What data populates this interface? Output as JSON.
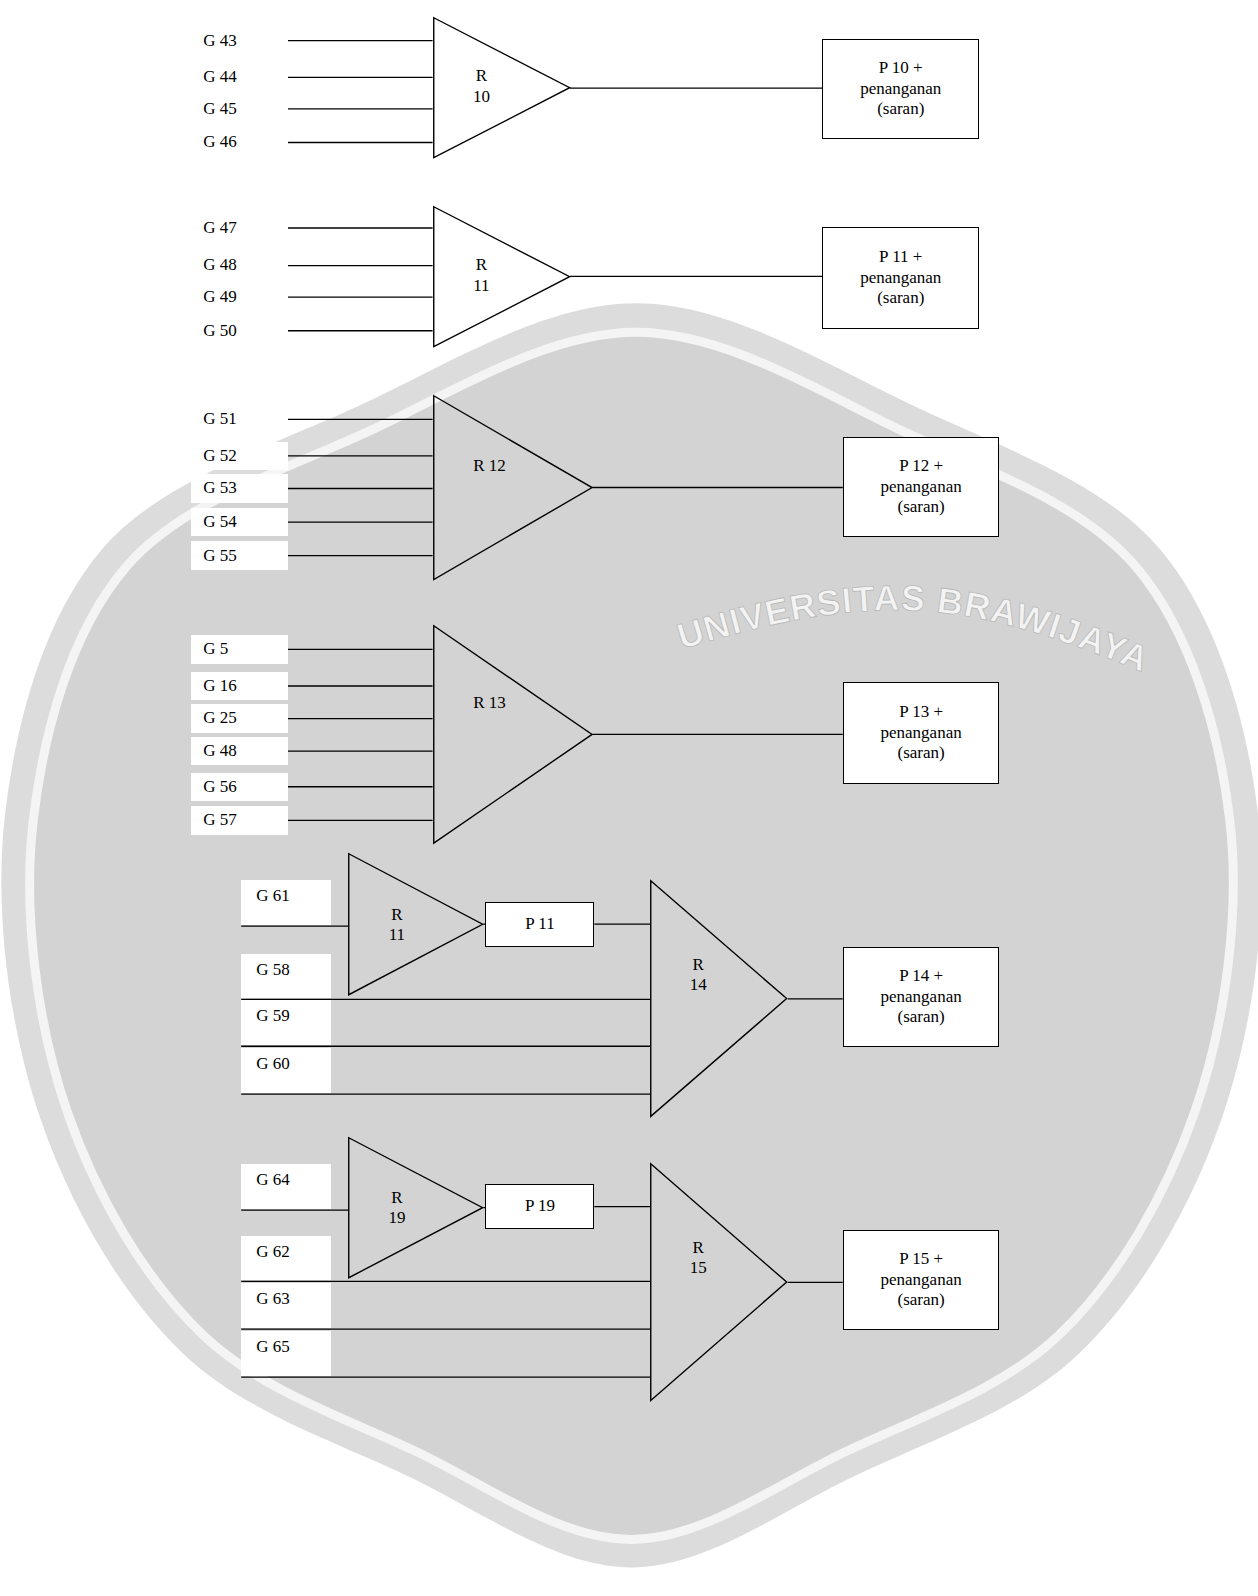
{
  "diagram": {
    "nodes": [
      {
        "text": [
          "G 43"
        ]
      },
      {
        "text": [
          "G 44"
        ]
      },
      {
        "text": [
          "G 45"
        ]
      },
      {
        "text": [
          "G 46"
        ]
      },
      {
        "text": [
          "R 10"
        ]
      },
      {
        "text": [
          "P 10 + penanganan (saran)"
        ]
      },
      {
        "text": [
          "G 47"
        ]
      },
      {
        "text": [
          "G 48"
        ]
      },
      {
        "text": [
          "G 49"
        ]
      },
      {
        "text": [
          "G 50"
        ]
      },
      {
        "text": [
          "R 11"
        ]
      },
      {
        "text": [
          "P 11 + penanganan (saran)"
        ]
      },
      {
        "text": [
          "G 51"
        ]
      },
      {
        "text": [
          "G 52"
        ]
      },
      {
        "text": [
          "G 53"
        ]
      },
      {
        "text": [
          "G 54"
        ]
      },
      {
        "text": [
          "G 55"
        ]
      },
      {
        "text": [
          "R 12"
        ]
      },
      {
        "text": [
          "P 12 + penanganan (saran)"
        ]
      },
      {
        "text": [
          "G 5"
        ]
      },
      {
        "text": [
          "G 16"
        ]
      },
      {
        "text": [
          "G 25"
        ]
      },
      {
        "text": [
          "G 48"
        ]
      },
      {
        "text": [
          "G 56"
        ]
      },
      {
        "text": [
          "G 57"
        ]
      },
      {
        "text": [
          "R 13"
        ]
      },
      {
        "text": [
          "P 13 + penanganan (saran)"
        ]
      },
      {
        "text": [
          "G 61"
        ]
      },
      {
        "text": [
          "R 11"
        ]
      },
      {
        "text": [
          "P 11"
        ]
      },
      {
        "text": [
          "G 58"
        ]
      },
      {
        "text": [
          "G 59"
        ]
      },
      {
        "text": [
          "G 60"
        ]
      },
      {
        "text": [
          "R 14"
        ]
      },
      {
        "text": [
          "P 14 + penanganan (saran)"
        ]
      },
      {
        "text": [
          "G 64"
        ]
      },
      {
        "text": [
          "R 19"
        ]
      },
      {
        "text": [
          "P 19"
        ]
      },
      {
        "text": [
          "G 62"
        ]
      },
      {
        "text": [
          "G 63"
        ]
      },
      {
        "text": [
          "G 65"
        ]
      },
      {
        "text": [
          "R 15"
        ]
      },
      {
        "text": [
          "P 15 + penanganan (saran)"
        ]
      }
    ],
    "edges": [
      {
        "from": 0,
        "to": 4,
        "arrow": "none"
      },
      {
        "from": 1,
        "to": 4,
        "arrow": "none"
      },
      {
        "from": 2,
        "to": 4,
        "arrow": "none"
      },
      {
        "from": 3,
        "to": 4,
        "arrow": "none"
      },
      {
        "from": 4,
        "to": 5,
        "arrow": "none"
      },
      {
        "from": 6,
        "to": 10,
        "arrow": "none"
      },
      {
        "from": 7,
        "to": 10,
        "arrow": "none"
      },
      {
        "from": 8,
        "to": 10,
        "arrow": "none"
      },
      {
        "from": 9,
        "to": 10,
        "arrow": "none"
      },
      {
        "from": 10,
        "to": 11,
        "arrow": "none"
      },
      {
        "from": 12,
        "to": 17,
        "arrow": "none"
      },
      {
        "from": 13,
        "to": 17,
        "arrow": "none"
      },
      {
        "from": 14,
        "to": 17,
        "arrow": "none"
      },
      {
        "from": 15,
        "to": 17,
        "arrow": "none"
      },
      {
        "from": 16,
        "to": 17,
        "arrow": "none"
      },
      {
        "from": 17,
        "to": 18,
        "arrow": "none"
      },
      {
        "from": 19,
        "to": 25,
        "arrow": "none"
      },
      {
        "from": 20,
        "to": 25,
        "arrow": "none"
      },
      {
        "from": 21,
        "to": 25,
        "arrow": "none"
      },
      {
        "from": 22,
        "to": 25,
        "arrow": "none"
      },
      {
        "from": 23,
        "to": 25,
        "arrow": "none"
      },
      {
        "from": 24,
        "to": 25,
        "arrow": "none"
      },
      {
        "from": 25,
        "to": 26,
        "arrow": "none"
      },
      {
        "from": 27,
        "to": 28,
        "arrow": "none"
      },
      {
        "from": 28,
        "to": 29,
        "arrow": "none"
      },
      {
        "from": 29,
        "to": 33,
        "arrow": "none"
      },
      {
        "from": 30,
        "to": 33,
        "arrow": "none"
      },
      {
        "from": 31,
        "to": 33,
        "arrow": "none"
      },
      {
        "from": 32,
        "to": 33,
        "arrow": "none"
      },
      {
        "from": 33,
        "to": 34,
        "arrow": "none"
      },
      {
        "from": 35,
        "to": 36,
        "arrow": "none"
      },
      {
        "from": 36,
        "to": 37,
        "arrow": "none"
      },
      {
        "from": 37,
        "to": 41,
        "arrow": "none"
      },
      {
        "from": 38,
        "to": 41,
        "arrow": "none"
      },
      {
        "from": 39,
        "to": 41,
        "arrow": "none"
      },
      {
        "from": 40,
        "to": 41,
        "arrow": "none"
      },
      {
        "from": 41,
        "to": 42,
        "arrow": "none"
      }
    ],
    "labels": [
      "UNIVERSITAS BRAWIJAYA"
    ]
  }
}
